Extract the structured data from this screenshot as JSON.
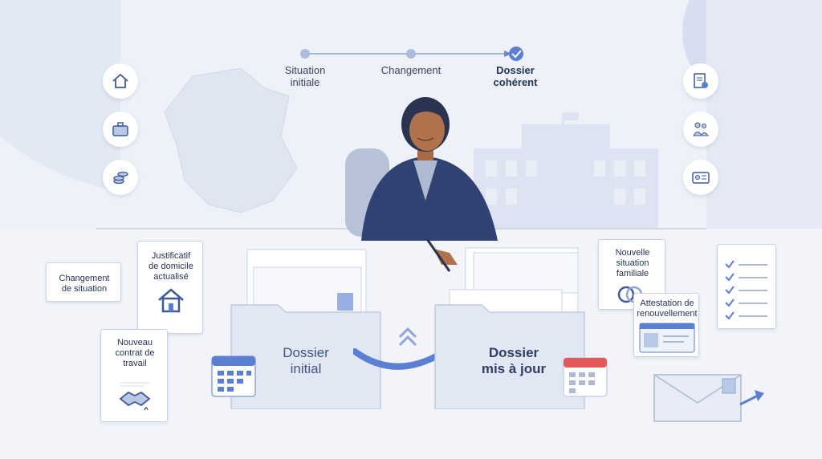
{
  "progress": {
    "steps": [
      {
        "label": "Situation\ninitiale"
      },
      {
        "label": "Changement"
      },
      {
        "label": "Dossier\ncohérent"
      }
    ],
    "accent": "#5b7fd1"
  },
  "left_icons": [
    "home-icon",
    "briefcase-icon",
    "coins-icon"
  ],
  "right_icons": [
    "checklist-document-icon",
    "family-icon",
    "id-card-icon"
  ],
  "cards": {
    "changement": "Changement\nde situation",
    "domicile": "Justificatif\nde domicile\nactualisé",
    "contrat": "Nouveau\ncontrat de\ntravail",
    "familiale": "Nouvelle\nsituation\nfamiliale",
    "attestation": "Attestation de\nrenouvellement"
  },
  "folders": {
    "initial": "Dossier\ninitial",
    "updated": "Dossier\nmis à jour"
  },
  "colors": {
    "navy": "#2f4272",
    "folder": "#e1e7f3",
    "paper": "#ffffff",
    "calendar_blue": "#5b7fd1",
    "calendar_red": "#e05a5a"
  }
}
